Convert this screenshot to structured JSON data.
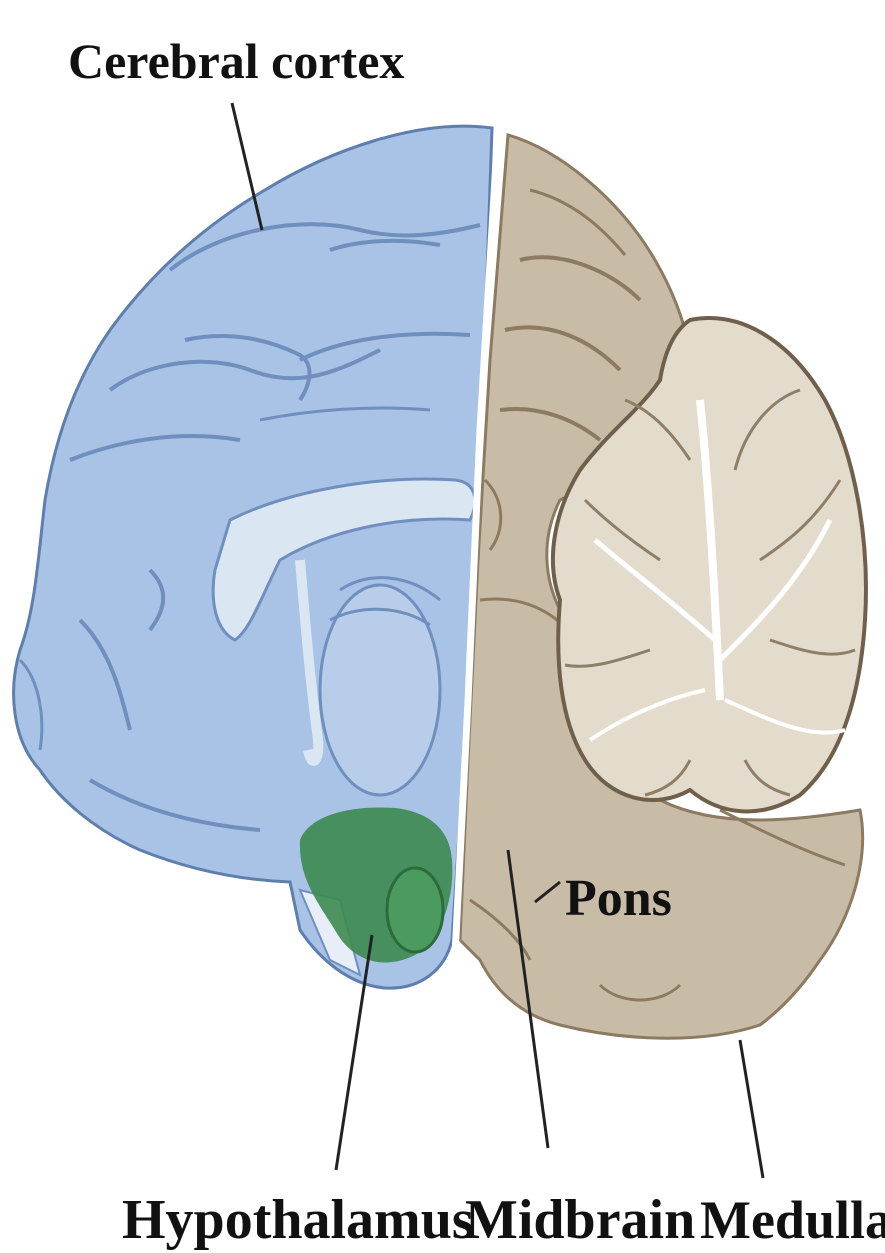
{
  "labels": {
    "cerebral_cortex": "Cerebral cortex",
    "pons": "Pons",
    "hypothalamus": "Hypothalamus",
    "midbrain": "Midbrain",
    "medulla": "Medulla"
  },
  "colors": {
    "cortex_fill": "#a9c3e6",
    "cortex_stroke": "#5e7fae",
    "cortex_light": "#dbe6f3",
    "hypothalamus_fill": "#3c8a4f",
    "brainstem_fill": "#c9bca6",
    "brainstem_stroke": "#8c7a61",
    "cerebellum_fill": "#e3dccd",
    "cerebellum_stroke": "#6f604b",
    "leader_line": "#222222"
  }
}
